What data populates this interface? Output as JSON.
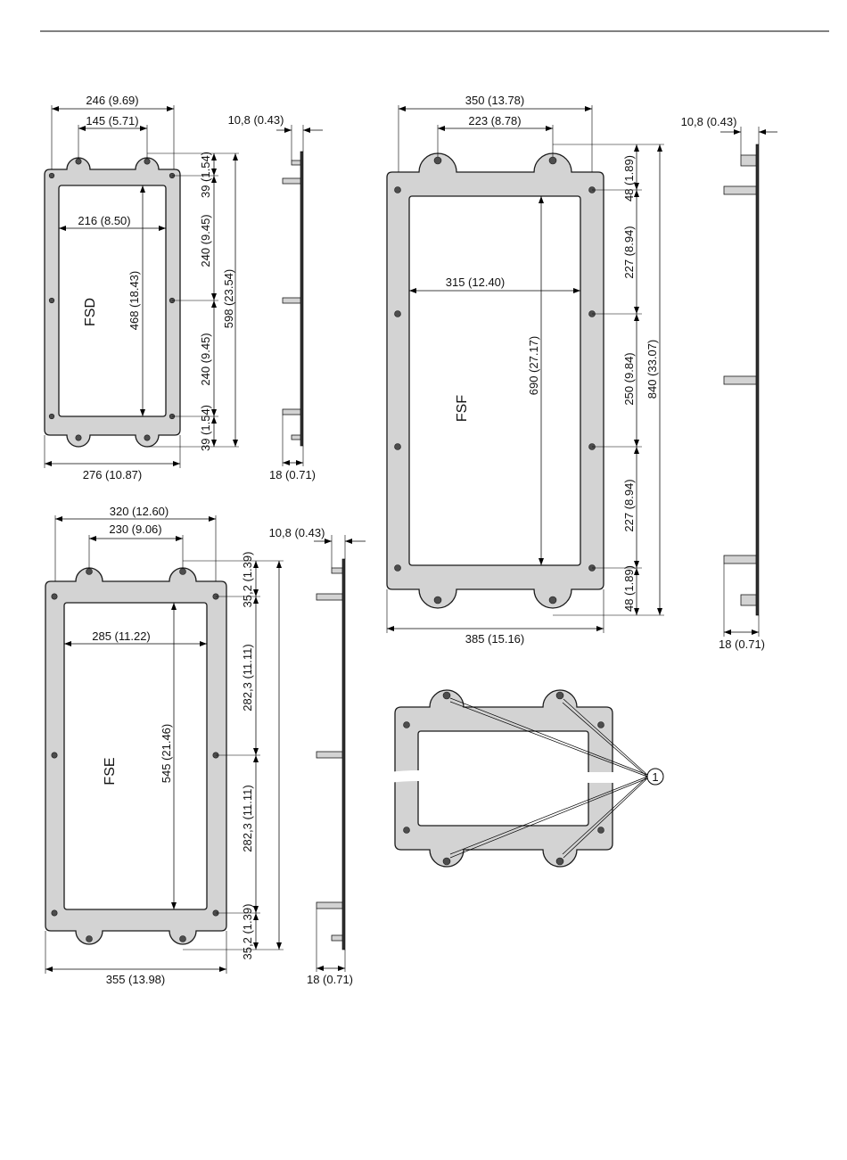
{
  "figure": {
    "callout_number": "1",
    "side_offset": "10,8 (0.43)",
    "side_thickness": "18 (0.71)"
  },
  "fsd": {
    "label": "FSD",
    "dims": {
      "top_outer": "246 (9.69)",
      "top_inner": "145 (5.71)",
      "opening_width": "216 (8.50)",
      "opening_height": "468 (18.43)",
      "edge_top": "39 (1.54)",
      "span_upper": "240 (9.45)",
      "span_lower": "240 (9.45)",
      "edge_bottom": "39 (1.54)",
      "overall_height": "598 (23.54)",
      "bottom_width": "276 (10.87)"
    }
  },
  "fse": {
    "label": "FSE",
    "dims": {
      "top_outer": "320 (12.60)",
      "top_inner": "230 (9.06)",
      "opening_width": "285 (11.22)",
      "opening_height": "545 (21.46)",
      "edge_top": "35,2 (1.39)",
      "span_upper": "282,3 (11.11)",
      "span_lower": "282,3 (11.11)",
      "edge_bottom": "35,2 (1.39)",
      "bottom_width": "355 (13.98)"
    }
  },
  "fsf": {
    "label": "FSF",
    "dims": {
      "top_outer": "350 (13.78)",
      "top_inner": "223 (8.78)",
      "opening_width": "315 (12.40)",
      "opening_height": "690 (27.17)",
      "edge_top": "48 (1.89)",
      "span_1": "227 (8.94)",
      "span_2": "250 (9.84)",
      "span_3": "227 (8.94)",
      "edge_bottom": "48 (1.89)",
      "overall_height": "840 (33.07)",
      "bottom_width": "385 (15.16)"
    }
  }
}
